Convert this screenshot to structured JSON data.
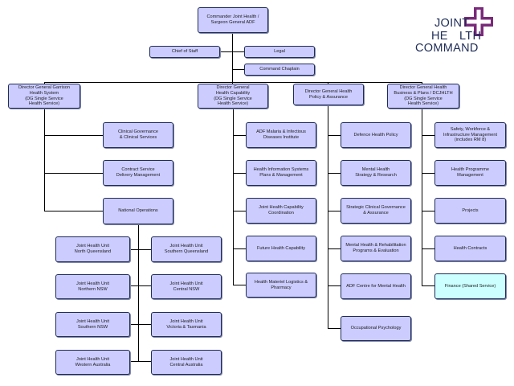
{
  "brand": {
    "line1": "JOINT",
    "line2_start": "HE",
    "line2_end": "LTH",
    "line3": "COMMAND",
    "cross_color": "#7a2a7a",
    "text_color": "#1f2d57"
  },
  "colors": {
    "box_fill": "#ccccff",
    "box_border": "#1f2d57",
    "highlight_fill": "#ccffff",
    "line": "#000000"
  },
  "nodes": {
    "commander": "Commander Joint Health /\nSurgeon General ADF",
    "chief_of_staff": "Chief of Staff",
    "legal": "Legal",
    "command_chaplain": "Command Chaplain",
    "dg_ghs": "Director General Garrison\nHealth System\n(DG Single Service\nHealth Service)",
    "dg_hc": "Director General\nHealth Capability\n(DG Single Service\nHealth Service)",
    "dg_hpa": "Director General Health\nPolicy & Assurance",
    "dg_bp": "Director General Health\nBusiness & Plans / DCJHLTH\n(DG Single Service\nHealth Service)",
    "clinical_governance": "Clinical Governance\n& Clinical Services",
    "contract_service": "Contract Service\nDelivery Management",
    "national_operations": "National Operations",
    "jhu_nq": "Joint Health Unit\nNorth Queensland",
    "jhu_sq": "Joint Health Unit\nSouthern Queensland",
    "jhu_nnsw": "Joint Health Unit\nNorthern NSW",
    "jhu_cnsw": "Joint Health Unit\nCentral NSW",
    "jhu_snsw": "Joint Health Unit\nSouthern NSW",
    "jhu_vt": "Joint Health Unit\nVictoria & Tasmania",
    "jhu_wa": "Joint Health Unit\nWestern Australia",
    "jhu_ca": "Joint Health Unit\nCentral Australia",
    "adf_malaria": "ADF Malaria & Infectious\nDiseases Institute",
    "health_info": "Health Information Systems\nPlans & Management",
    "jhcc": "Joint Health Capability\nCoordination",
    "future_health": "Future Health Capability",
    "health_materiel": "Health Materiel Logistics &\nPharmacy",
    "defence_policy": "Defence Health Policy",
    "mental_health_sr": "Mental Health\nStrategy & Research",
    "strategic_clinical": "Strategic Clinical Governance\n& Assurance",
    "mental_health_rehab": "Mental Health & Rehabilitation\nPrograms & Evaluation",
    "adf_centre_mh": "ADF Centre for Mental Health",
    "occupational_psych": "Occupational Psychology",
    "safety": "Safety, Workforce &\nInfrastructure Management\n(includes RM 8)",
    "health_programme": "Health Programme\nManagement",
    "projects": "Projects",
    "health_contracts": "Health Contracts",
    "finance": "Finance (Shared Service)"
  }
}
